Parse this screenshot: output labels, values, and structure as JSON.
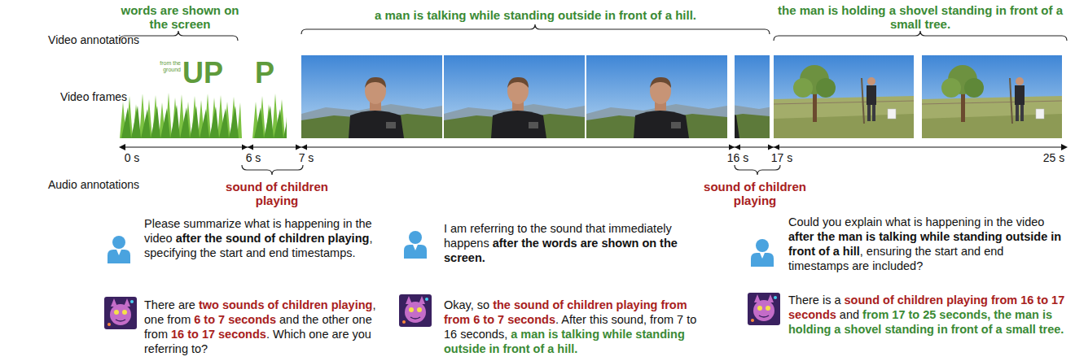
{
  "diagram": {
    "labels": [
      "Video annotations",
      "Video frames",
      "Audio annotations",
      "words are shown on the screen",
      "a man is talking while standing outside in front of a hill.",
      "the man is holding a shovel standing in front of a small tree.",
      "from the ground",
      "UP",
      "P",
      "0 s",
      "6 s",
      "7 s",
      "16 s",
      "17 s",
      "25 s",
      "sound of children playing",
      "sound of children playing",
      "Please summarize what is happening in the video ",
      "after the sound of children playing",
      ", specifying the start and end timestamps.",
      "There are ",
      "two sounds of children playing",
      ", one from ",
      "6 to 7 seconds",
      " and the other one from ",
      "16 to 17 seconds",
      ". Which one are you referring to?",
      "I am referring to the sound that immediately happens ",
      "after the words are shown on the screen.",
      "Okay, so ",
      "the sound of children playing from from 6 to 7 seconds",
      ". After this sound, from 7 to 16 seconds, ",
      "a man is talking while standing outside in front of a hill.",
      "Could you explain what is happening in the video ",
      "after the man is talking while standing outside in front of a hill",
      ", ensuring the start and end timestamps are included?",
      "There is a ",
      "sound of children playing from 16 to 17 seconds",
      " and ",
      "from 17 to 25 seconds, the man is holding a shovel standing in front of a small tree."
    ]
  }
}
